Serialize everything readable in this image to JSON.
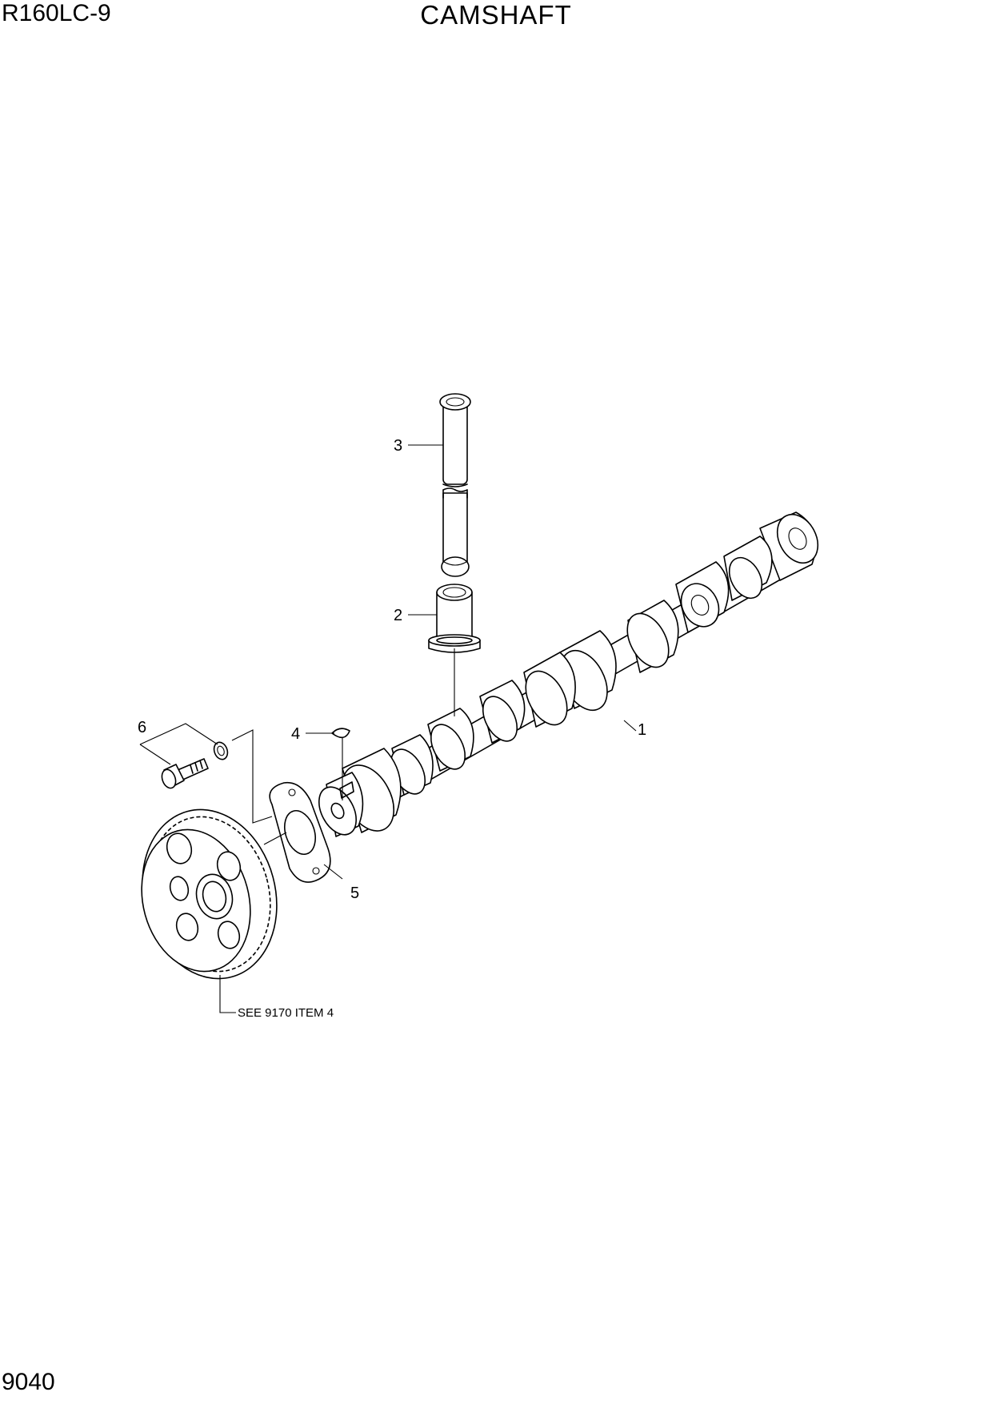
{
  "header": {
    "model": "R160LC-9",
    "title": "CAMSHAFT"
  },
  "footer": {
    "page_number": "9040"
  },
  "callouts": [
    {
      "id": "callout-1",
      "label": "1"
    },
    {
      "id": "callout-2",
      "label": "2"
    },
    {
      "id": "callout-3",
      "label": "3"
    },
    {
      "id": "callout-4",
      "label": "4"
    },
    {
      "id": "callout-5",
      "label": "5"
    },
    {
      "id": "callout-6",
      "label": "6"
    }
  ],
  "note": "SEE 9170 ITEM 4"
}
